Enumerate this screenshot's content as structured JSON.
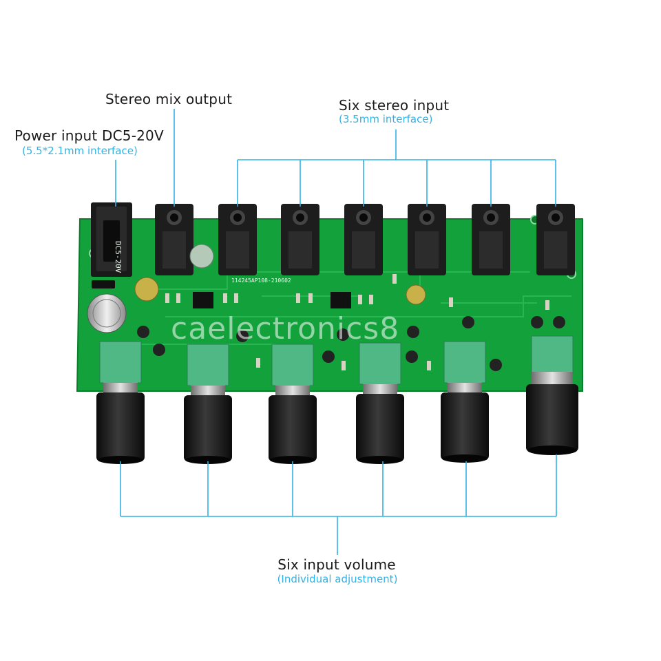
{
  "labels": {
    "stereo_mix_output": "Stereo mix output",
    "power_input": "Power input DC5-20V",
    "power_interface": "(5.5*2.1mm interface)",
    "six_stereo_input": "Six stereo input",
    "stereo_interface": "(3.5mm interface)",
    "six_input_volume": "Six input volume",
    "individual_adjustment": "(Individual adjustment)"
  },
  "board": {
    "voltage_marking": "DC5-20V",
    "pcb_code": "114245AP108-210602"
  },
  "watermark": "caelectronics8",
  "colors": {
    "pcb": "#13a13c",
    "leader_line": "#2fb3e6",
    "label_text": "#1a1a1a",
    "sub_text": "#2fb3e6"
  }
}
